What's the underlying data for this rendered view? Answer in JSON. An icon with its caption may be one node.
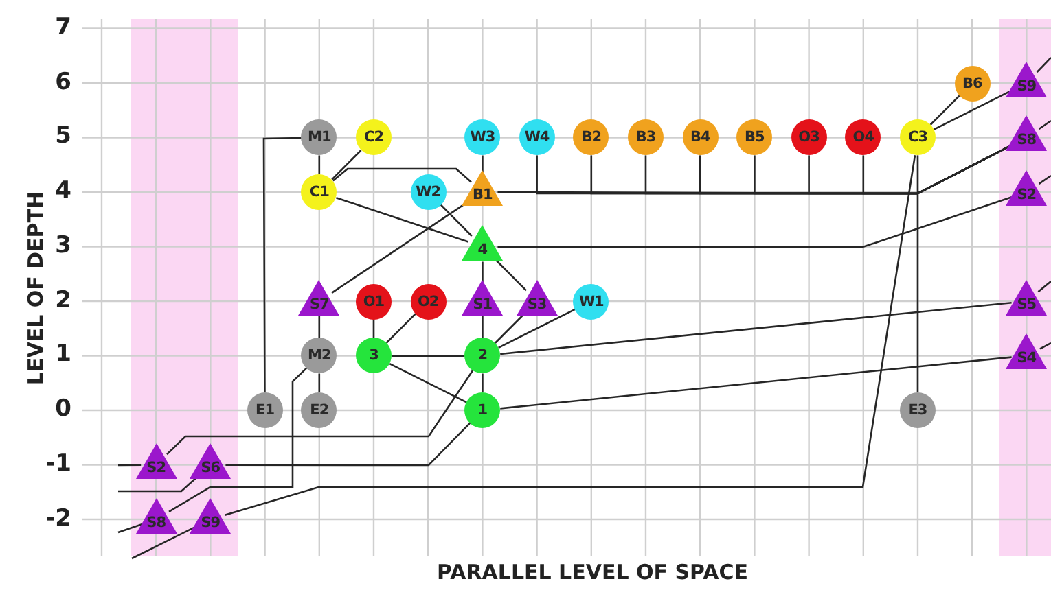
{
  "diagram": {
    "nodes": [
      {
        "text": [
          "B6"
        ]
      },
      {
        "text": [
          "S9"
        ]
      },
      {
        "text": [
          "M1"
        ]
      },
      {
        "text": [
          "C2"
        ]
      },
      {
        "text": [
          "W3"
        ]
      },
      {
        "text": [
          "W4"
        ]
      },
      {
        "text": [
          "B2"
        ]
      },
      {
        "text": [
          "B3"
        ]
      },
      {
        "text": [
          "B4"
        ]
      },
      {
        "text": [
          "B5"
        ]
      },
      {
        "text": [
          "O3"
        ]
      },
      {
        "text": [
          "O4"
        ]
      },
      {
        "text": [
          "C3"
        ]
      },
      {
        "text": [
          "S8"
        ]
      },
      {
        "text": [
          "C1"
        ]
      },
      {
        "text": [
          "W2"
        ]
      },
      {
        "text": [
          "B1"
        ]
      },
      {
        "text": [
          "S2"
        ]
      },
      {
        "text": [
          "4"
        ]
      },
      {
        "text": [
          "S7"
        ]
      },
      {
        "text": [
          "O1"
        ]
      },
      {
        "text": [
          "O2"
        ]
      },
      {
        "text": [
          "S1"
        ]
      },
      {
        "text": [
          "S3"
        ]
      },
      {
        "text": [
          "W1"
        ]
      },
      {
        "text": [
          "S5"
        ]
      },
      {
        "text": [
          "M2"
        ]
      },
      {
        "text": [
          "3"
        ]
      },
      {
        "text": [
          "2"
        ]
      },
      {
        "text": [
          "S4"
        ]
      },
      {
        "text": [
          "E1"
        ]
      },
      {
        "text": [
          "E2"
        ]
      },
      {
        "text": [
          "1"
        ]
      },
      {
        "text": [
          "E3"
        ]
      },
      {
        "text": [
          "S2"
        ]
      },
      {
        "text": [
          "S6"
        ]
      },
      {
        "text": [
          "S8"
        ]
      },
      {
        "text": [
          "S9"
        ]
      }
    ],
    "edges": [
      {
        "from": 2,
        "to": 14,
        "arrow": "none"
      },
      {
        "from": 3,
        "to": 14,
        "arrow": "none"
      },
      {
        "from": 14,
        "to": 16,
        "arrow": "none"
      },
      {
        "from": 14,
        "to": 18,
        "arrow": "none"
      },
      {
        "from": 15,
        "to": 18,
        "arrow": "none"
      },
      {
        "from": 18,
        "to": 23,
        "arrow": "none"
      },
      {
        "from": 4,
        "to": 16,
        "arrow": "none"
      },
      {
        "from": 16,
        "to": 13,
        "arrow": "none"
      },
      {
        "from": 5,
        "to": 13,
        "arrow": "none"
      },
      {
        "from": 6,
        "to": 13,
        "arrow": "none"
      },
      {
        "from": 7,
        "to": 13,
        "arrow": "none"
      },
      {
        "from": 8,
        "to": 13,
        "arrow": "none"
      },
      {
        "from": 9,
        "to": 13,
        "arrow": "none"
      },
      {
        "from": 10,
        "to": 13,
        "arrow": "none"
      },
      {
        "from": 11,
        "to": 13,
        "arrow": "none"
      },
      {
        "from": 16,
        "to": 19,
        "arrow": "none"
      },
      {
        "from": 18,
        "to": 22,
        "arrow": "none"
      },
      {
        "from": 18,
        "to": 17,
        "arrow": "none"
      },
      {
        "from": 12,
        "to": 0,
        "arrow": "none"
      },
      {
        "from": 12,
        "to": 1,
        "arrow": "none"
      },
      {
        "from": 12,
        "to": 33,
        "arrow": "none"
      },
      {
        "from": 12,
        "to": 37,
        "arrow": "none"
      },
      {
        "from": 2,
        "to": 30,
        "arrow": "none"
      },
      {
        "from": 19,
        "to": 26,
        "arrow": "none"
      },
      {
        "from": 26,
        "to": 31,
        "arrow": "none"
      },
      {
        "from": 26,
        "to": 36,
        "arrow": "none"
      },
      {
        "from": 20,
        "to": 27,
        "arrow": "none"
      },
      {
        "from": 21,
        "to": 27,
        "arrow": "none"
      },
      {
        "from": 27,
        "to": 28,
        "arrow": "none"
      },
      {
        "from": 27,
        "to": 32,
        "arrow": "none"
      },
      {
        "from": 22,
        "to": 28,
        "arrow": "none"
      },
      {
        "from": 28,
        "to": 23,
        "arrow": "none"
      },
      {
        "from": 28,
        "to": 24,
        "arrow": "none"
      },
      {
        "from": 28,
        "to": 32,
        "arrow": "none"
      },
      {
        "from": 28,
        "to": 25,
        "arrow": "none"
      },
      {
        "from": 32,
        "to": 29,
        "arrow": "none"
      },
      {
        "from": 34,
        "to": 28,
        "arrow": "none"
      },
      {
        "from": 35,
        "to": 32,
        "arrow": "none"
      },
      {
        "from": null,
        "to": 34,
        "arrow": "none"
      },
      {
        "from": null,
        "to": 35,
        "arrow": "none"
      },
      {
        "from": null,
        "to": 36,
        "arrow": "none"
      },
      {
        "from": 37,
        "to": null,
        "arrow": "none"
      },
      {
        "from": 1,
        "to": null,
        "arrow": "none"
      },
      {
        "from": 13,
        "to": null,
        "arrow": "none"
      },
      {
        "from": 17,
        "to": null,
        "arrow": "none"
      },
      {
        "from": 25,
        "to": null,
        "arrow": "none"
      },
      {
        "from": 29,
        "to": null,
        "arrow": "none"
      }
    ],
    "labels": [
      "7",
      "6",
      "5",
      "4",
      "3",
      "2",
      "1",
      "0",
      "-1",
      "-2",
      "LEVEL OF DEPTH",
      "PARALLEL LEVEL OF SPACE"
    ]
  }
}
